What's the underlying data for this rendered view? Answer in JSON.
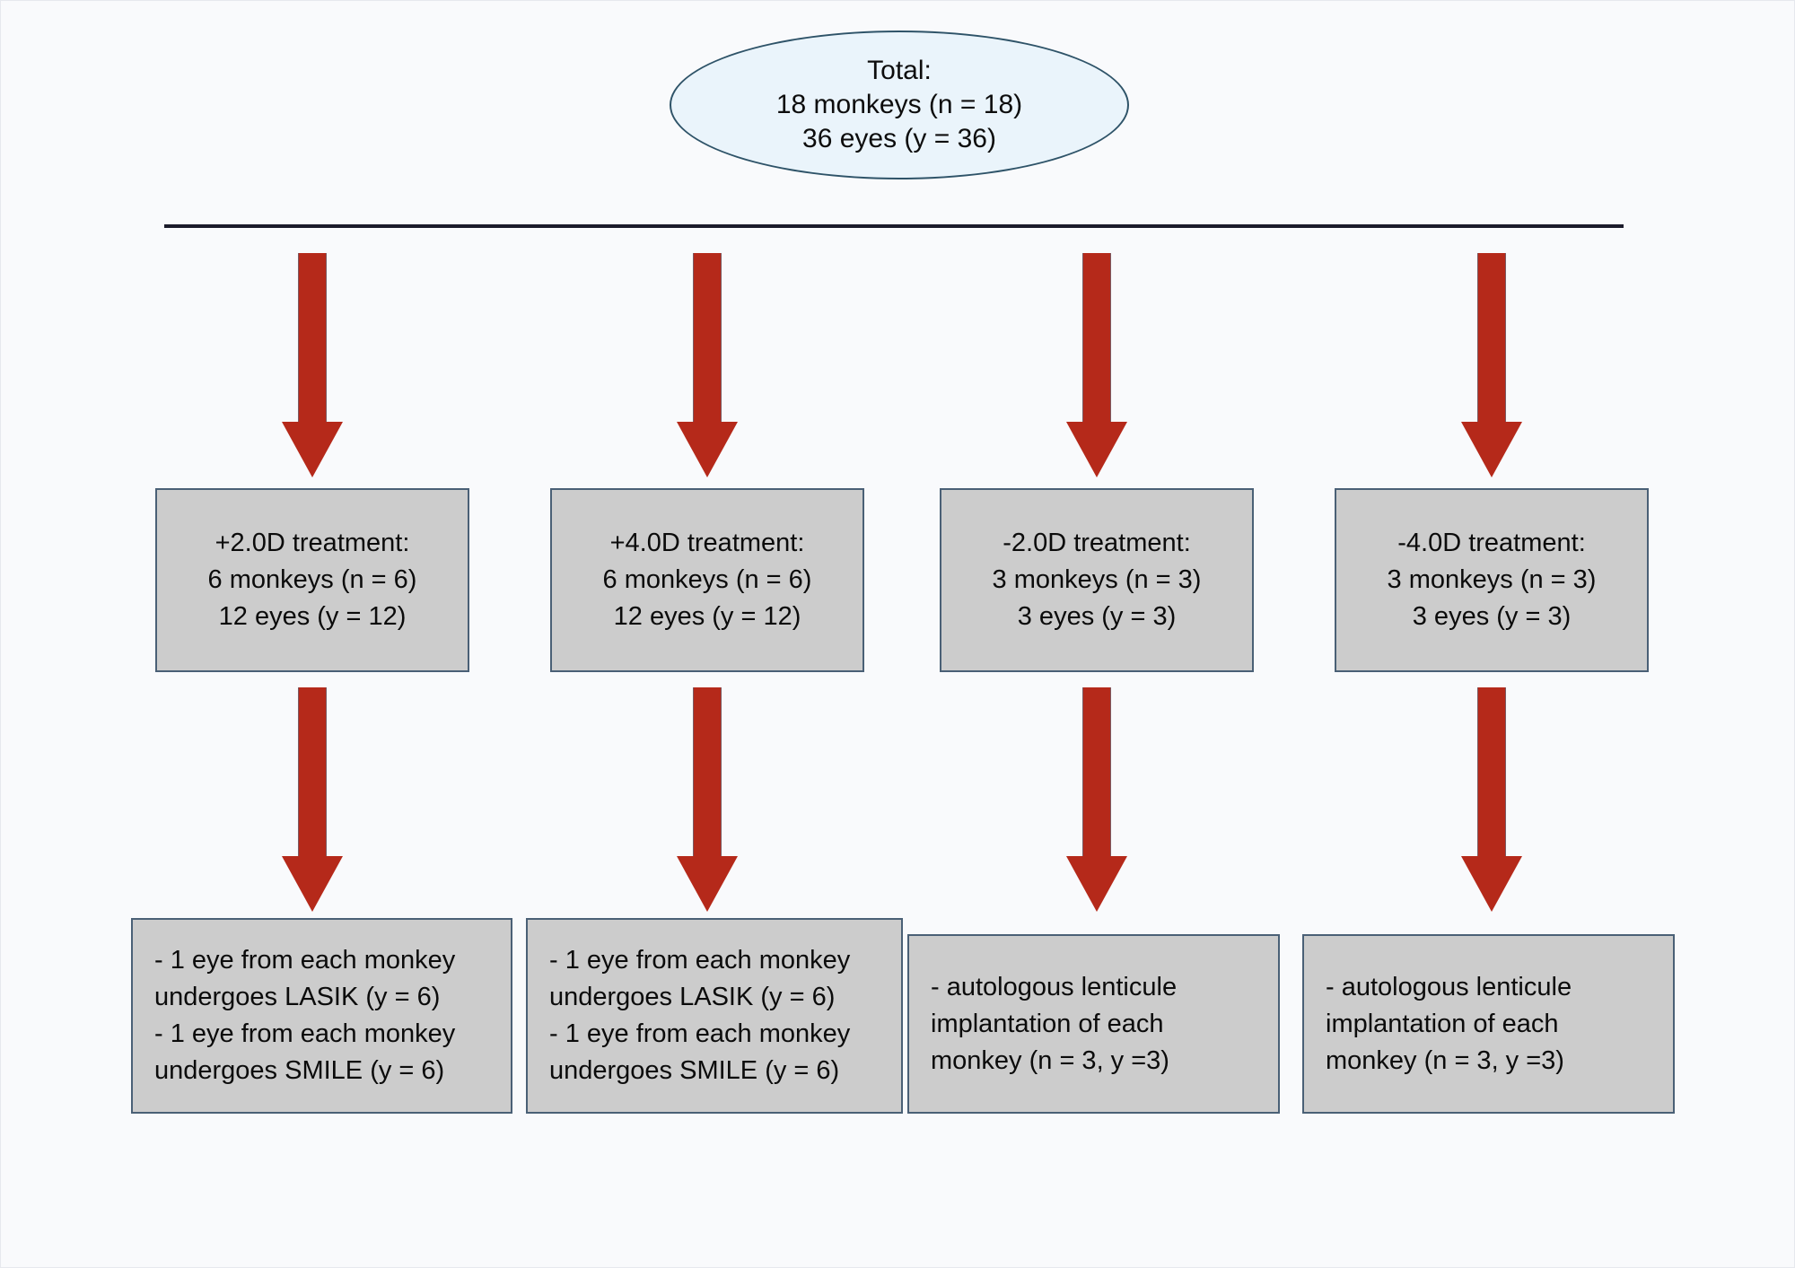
{
  "diagram": {
    "title": "Study design flowchart",
    "background_color": "#f9fafc",
    "arrow_color": "#b5291a",
    "box_fill_color": "#cccccc",
    "box_border_color": "#4a6076",
    "ellipse_fill_color": "#eaf4fb",
    "ellipse_border_color": "#2e5368",
    "connector_color": "#1b1b2b"
  },
  "root": {
    "lines": [
      "Total:",
      "18 monkeys (n = 18)",
      "36 eyes (y = 36)"
    ]
  },
  "groups": [
    {
      "treatment": {
        "lines": [
          "+2.0D treatment:",
          "6 monkeys (n = 6)",
          "12 eyes (y = 12)"
        ]
      },
      "procedure": {
        "align": "left",
        "lines": [
          "- 1 eye from each monkey",
          "undergoes LASIK (y = 6)",
          "- 1 eye from each monkey",
          "undergoes SMILE (y = 6)"
        ]
      }
    },
    {
      "treatment": {
        "lines": [
          "+4.0D treatment:",
          "6 monkeys (n = 6)",
          "12 eyes (y = 12)"
        ]
      },
      "procedure": {
        "align": "left",
        "lines": [
          "- 1 eye from each monkey",
          "undergoes LASIK (y = 6)",
          "- 1 eye from each monkey",
          "undergoes SMILE (y = 6)"
        ]
      }
    },
    {
      "treatment": {
        "lines": [
          "-2.0D treatment:",
          "3 monkeys (n = 3)",
          "3 eyes (y = 3)"
        ]
      },
      "procedure": {
        "align": "left",
        "lines": [
          "- autologous lenticule",
          "implantation of each",
          "monkey (n = 3, y =3)"
        ]
      }
    },
    {
      "treatment": {
        "lines": [
          "-4.0D treatment:",
          "3 monkeys (n = 3)",
          "3 eyes (y = 3)"
        ]
      },
      "procedure": {
        "align": "left",
        "lines": [
          "- autologous lenticule",
          "implantation of each",
          "monkey (n = 3, y =3)"
        ]
      }
    }
  ]
}
